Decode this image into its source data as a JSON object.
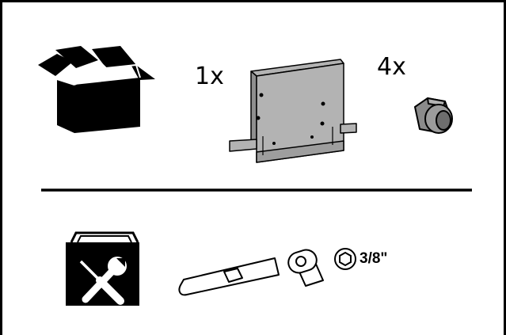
{
  "contents": {
    "package_icon": "open-box-icon",
    "bracket": {
      "quantity": "1x",
      "icon": "mounting-bracket-icon"
    },
    "bolt": {
      "quantity": "4x",
      "icon": "hex-bolt-icon"
    }
  },
  "tools": {
    "toolbox_icon": "toolbox-tools-icon",
    "ratchet": {
      "icon": "ratchet-wrench-icon"
    },
    "socket": {
      "icon": "hex-socket-icon",
      "size_label": "3/8\""
    }
  },
  "colors": {
    "ink": "#000000",
    "part_fill": "#b3b3b3",
    "paper": "#ffffff"
  }
}
